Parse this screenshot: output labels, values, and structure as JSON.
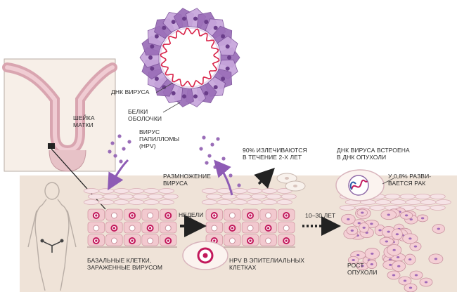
{
  "labels": {
    "virus_dna": "ДНК ВИРУСА",
    "capsid_proteins": "БЕЛКИ\nОБОЛОЧКИ",
    "cervix": "ШЕЙКА\nМАТКИ",
    "hpv_virus": "ВИРУС\nПАПИЛЛОМЫ\n(HPV)",
    "virus_replication": "РАЗМНОЖЕНИЕ\nВИРУСА",
    "cured_90": "90% ИЗЛЕЧИВАЮТСЯ\nВ ТЕЧЕНИЕ 2-Х ЛЕТ",
    "dna_integrated": "ДНК ВИРУСА ВСТРОЕНА\nВ ДНК ОПУХОЛИ",
    "cancer_08": "У 0,8% РАЗВИ-\nВАЕТСЯ РАК",
    "weeks": "НЕДЕЛИ",
    "years": "10–30 ЛЕТ",
    "basal_cells": "БАЗАЛЬНЫЕ КЛЕТКИ,\nЗАРАЖЕННЫЕ ВИРУСОМ",
    "hpv_in_cells": "HPV В ЭПИТЕЛИАЛЬНЫХ\nКЛЕТКАХ",
    "tumor_growth": "РОСТ\nОПУХОЛИ"
  },
  "colors": {
    "virus_purple": "#9a6db8",
    "virus_light": "#c7a6dc",
    "dna_red": "#d9244a",
    "panel_beige": "#efe3d8",
    "cell_pink": "#f2c9cf",
    "nucleus_magenta": "#c2185b",
    "arrow_purple": "#8e5bb5",
    "arrow_black": "#222222"
  },
  "icons": [
    "virus-particle-icon",
    "uterus-icon",
    "female-silhouette-icon",
    "uterus-small-icon",
    "infected-cell-icon",
    "integrated-dna-icon"
  ]
}
